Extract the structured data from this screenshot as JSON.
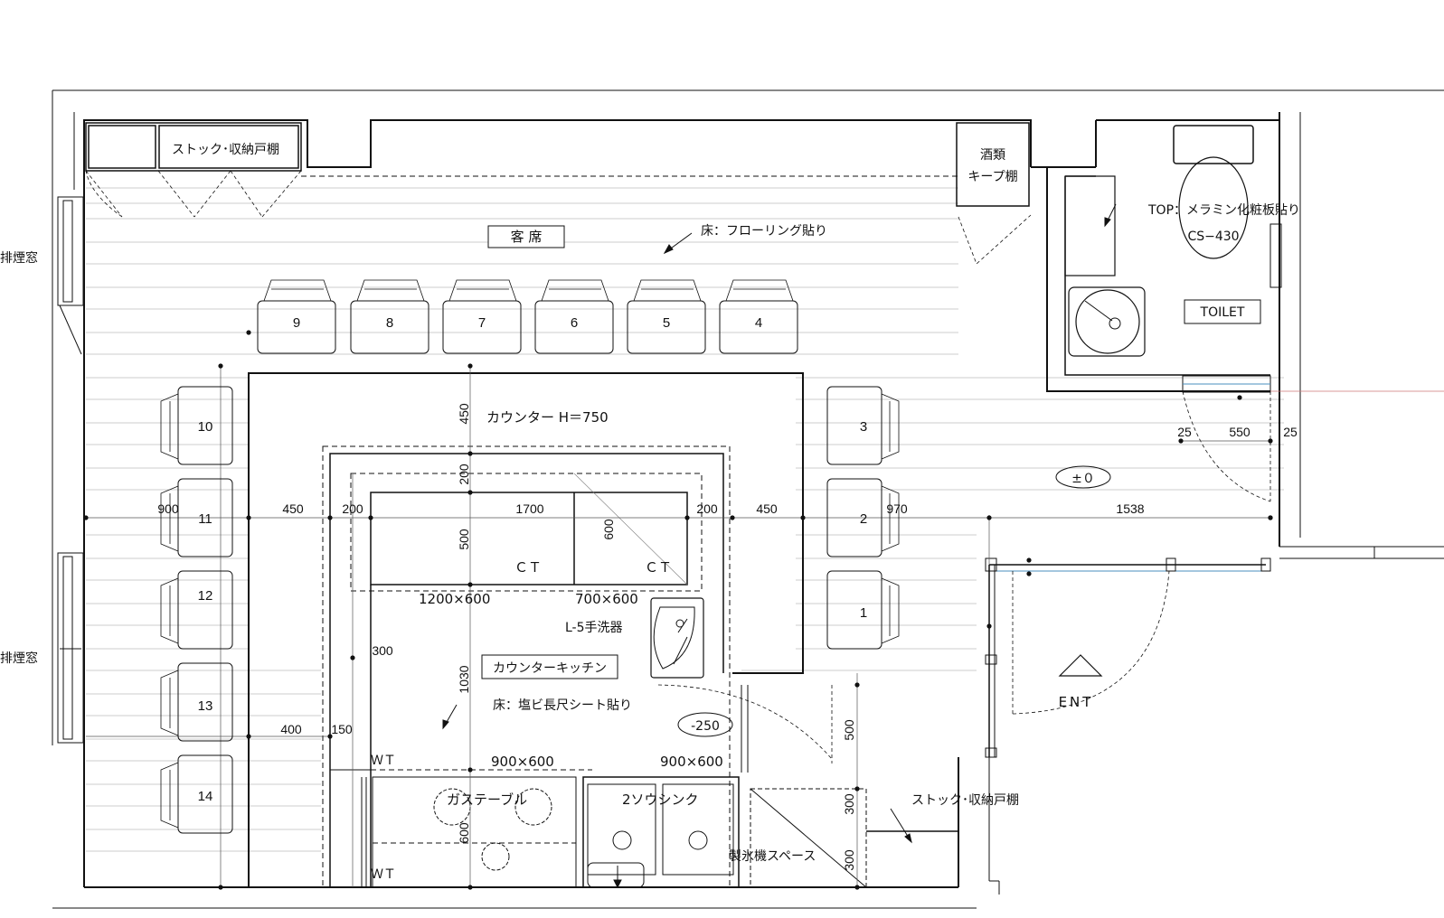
{
  "rooms": {
    "seating": "客 席",
    "toilet": "TOILET",
    "kitchen": "カウンターキッチン"
  },
  "notes": {
    "stock_top": "ストック･収納戸棚",
    "liquor_1": "酒類",
    "liquor_2": "キープ棚",
    "floor_seating": "床：フローリング貼り",
    "toilet_top": "TOP：メラミン化粧板貼り",
    "toilet_model": "CS−430",
    "counter": "カウンター H＝750",
    "hand_wash": "L-5手洗器",
    "floor_kitchen": "床：塩ビ長尺シート貼り",
    "gas_table": "ガステーブル",
    "sink": "2ソウシンク",
    "ice": "製氷機スペース",
    "stock_right": "ストック･収納戸棚",
    "entrance": "ENT",
    "level_zero": "±０",
    "level_minus": "-250",
    "window_upper": "排煙窓",
    "window_lower": "排煙窓",
    "ct_left": "ＣＴ",
    "ct_right": "ＣＴ",
    "wt_top": "ＷＴ",
    "wt_bottom": "ＷＴ",
    "eq_1200": "1200×600",
    "eq_700": "700×600",
    "eq_900a": "900×600",
    "eq_900b": "900×600"
  },
  "seats_top": [
    "9",
    "8",
    "7",
    "6",
    "5",
    "4"
  ],
  "seats_left": [
    "10",
    "11",
    "12",
    "13",
    "14"
  ],
  "seats_right": [
    "3",
    "2",
    "1"
  ],
  "dimensions": {
    "d900": "900",
    "d450a": "450",
    "d200a": "200",
    "d1700": "1700",
    "d200b": "200",
    "d450b": "450",
    "d970": "970",
    "d1538": "1538",
    "v450": "450",
    "v200": "200",
    "v500": "500",
    "v600": "600",
    "v1030": "1030",
    "v300": "300",
    "v400": "400",
    "v150": "150",
    "v500b": "500",
    "v300a": "300",
    "v300b": "300",
    "v600b": "600",
    "t25a": "25",
    "t550": "550",
    "t25b": "25"
  }
}
